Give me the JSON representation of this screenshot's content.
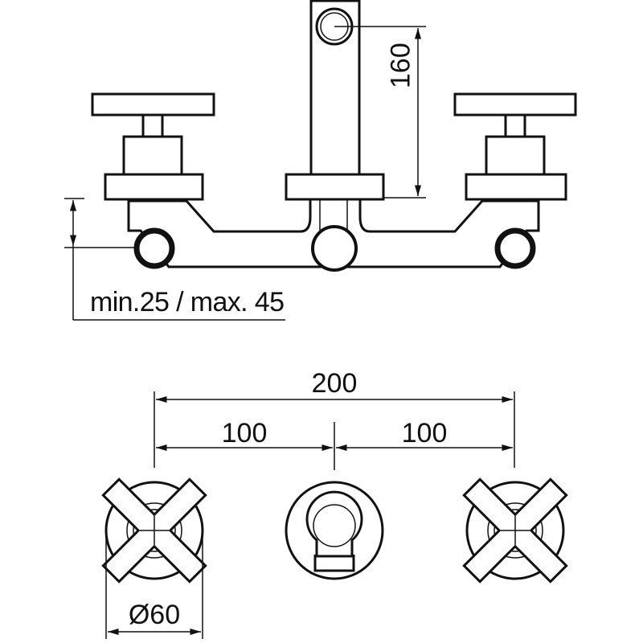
{
  "dimensions": {
    "spout_height": "160",
    "wall_distance": "min.25 / max. 45",
    "total_width": "200",
    "left_spacing": "100",
    "right_spacing": "100",
    "handle_diameter": "Ø60"
  },
  "colors": {
    "line": "#111111",
    "background": "#ffffff"
  }
}
